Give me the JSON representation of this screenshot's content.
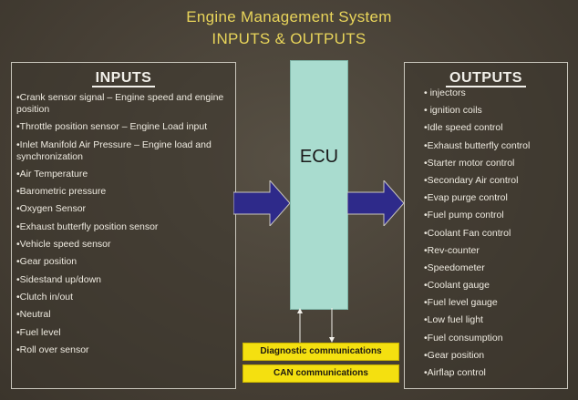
{
  "title": {
    "line1": "Engine Management System",
    "line2": "INPUTS & OUTPUTS"
  },
  "inputs": {
    "heading": "INPUTS",
    "items": [
      "•Crank sensor signal – Engine speed and engine position",
      "•Throttle position sensor – Engine Load input",
      "•Inlet Manifold Air Pressure – Engine load and synchronization",
      "•Air Temperature",
      "•Barometric pressure",
      "•Oxygen Sensor",
      "•Exhaust butterfly position sensor",
      "•Vehicle speed sensor",
      "•Gear position",
      "•Sidestand up/down",
      "•Clutch in/out",
      "•Neutral",
      "•Fuel level",
      "•Roll over sensor"
    ]
  },
  "ecu": {
    "label": "ECU",
    "color": "#a9dccf"
  },
  "outputs": {
    "heading": "OUTPUTS",
    "items": [
      "• injectors",
      "• ignition coils",
      "•Idle speed control",
      "•Exhaust butterfly control",
      "•Starter motor control",
      "•Secondary Air control",
      "•Evap purge control",
      "•Fuel pump control",
      "•Coolant Fan control",
      "•Rev-counter",
      "•Speedometer",
      "•Coolant gauge",
      "•Fuel level gauge",
      "•Low fuel light",
      "•Fuel consumption",
      "•Gear position",
      "•Airflap control"
    ]
  },
  "communications": {
    "diagnostic": "Diagnostic communications",
    "can": "CAN communications",
    "color": "#f4e010"
  },
  "colors": {
    "title": "#e8d45a",
    "arrow": "#2e2a8a"
  }
}
